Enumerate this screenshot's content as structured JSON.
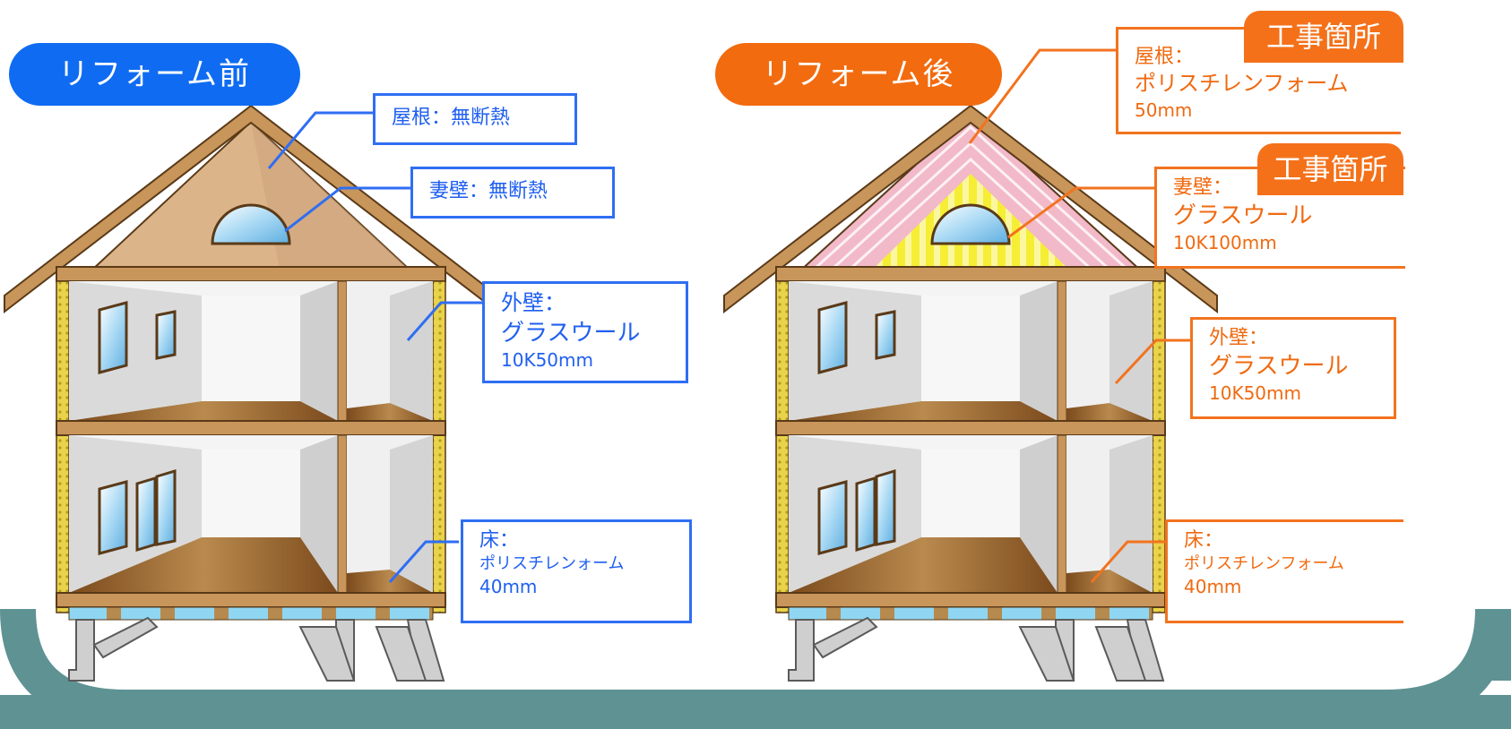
{
  "before": {
    "title": "リフォーム前",
    "color": "#0f6cf2",
    "labels": {
      "roof": "屋根：無断熱",
      "gable": "妻壁：無断熱",
      "wall": {
        "line1": "外壁：",
        "line2": "グラスウール",
        "line3": "10K50mm"
      },
      "floor": {
        "line1": "床：",
        "line2": "ポリスチレンォーム",
        "line3": "40mm"
      }
    }
  },
  "after": {
    "title": "リフォーム後",
    "color": "#f26b0f",
    "tag": "工事箇所",
    "labels": {
      "roof": {
        "line1": "屋根：",
        "line2": "ポリスチレンフォーム",
        "line3": "50mm"
      },
      "gable": {
        "line1": "妻壁：",
        "line2": "グラスウール",
        "line3": "10K100mm"
      },
      "wall": {
        "line1": "外壁：",
        "line2": "グラスウール",
        "line3": "10K50mm"
      },
      "floor": {
        "line1": "床：",
        "line2": "ポリスチレンフォーム",
        "line3": "40mm"
      }
    }
  },
  "colors": {
    "frame": "#5f9293",
    "blue_accent": "#2f6ef3",
    "orange_accent": "#f2731f",
    "wood": "#c89a5e",
    "insulation_pink": "#f2b9c9",
    "insulation_yellow": "#f7f04a",
    "foam_blue": "#7fd0ee"
  }
}
